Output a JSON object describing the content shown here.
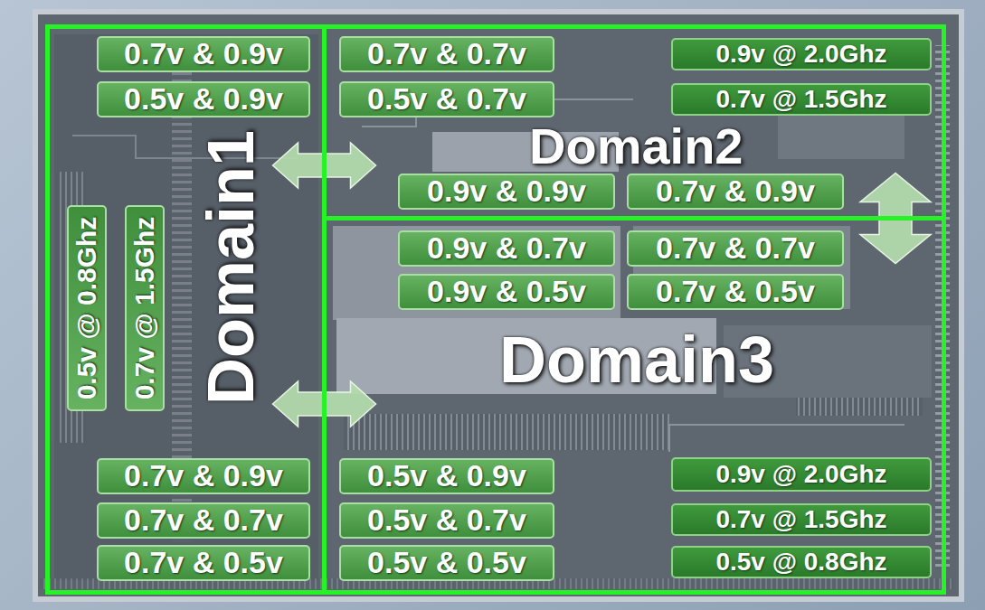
{
  "diagram": {
    "nodes": [
      {
        "text": [
          "Domain1"
        ]
      },
      {
        "text": [
          "0.7v & 0.9v"
        ],
        "in": 0
      },
      {
        "text": [
          "0.5v & 0.9v"
        ],
        "in": 0
      },
      {
        "text": [
          "0.5v @ 0.8Ghz"
        ],
        "in": 0
      },
      {
        "text": [
          "0.7v @ 1.5Ghz"
        ],
        "in": 0
      },
      {
        "text": [
          "0.7v & 0.9v"
        ],
        "in": 0
      },
      {
        "text": [
          "0.7v & 0.7v"
        ],
        "in": 0
      },
      {
        "text": [
          "0.7v & 0.5v"
        ],
        "in": 0
      },
      {
        "text": [
          "Domain2"
        ]
      },
      {
        "text": [
          "0.7v & 0.7v"
        ],
        "in": 8
      },
      {
        "text": [
          "0.5v & 0.7v"
        ],
        "in": 8
      },
      {
        "text": [
          "0.9v @ 2.0Ghz"
        ],
        "in": 8
      },
      {
        "text": [
          "0.7v @ 1.5Ghz"
        ],
        "in": 8
      },
      {
        "text": [
          "0.9v & 0.9v"
        ],
        "in": 8
      },
      {
        "text": [
          "0.7v & 0.9v"
        ],
        "in": 8
      },
      {
        "text": [
          "Domain3"
        ]
      },
      {
        "text": [
          "0.9v & 0.7v"
        ],
        "in": 15
      },
      {
        "text": [
          "0.7v & 0.7v"
        ],
        "in": 15
      },
      {
        "text": [
          "0.9v & 0.5v"
        ],
        "in": 15
      },
      {
        "text": [
          "0.7v & 0.5v"
        ],
        "in": 15
      },
      {
        "text": [
          "0.5v & 0.9v"
        ],
        "in": 15
      },
      {
        "text": [
          "0.5v & 0.7v"
        ],
        "in": 15
      },
      {
        "text": [
          "0.5v & 0.5v"
        ],
        "in": 15
      },
      {
        "text": [
          "0.9v @ 2.0Ghz"
        ],
        "in": 15
      },
      {
        "text": [
          "0.7v @ 1.5Ghz"
        ],
        "in": 15
      },
      {
        "text": [
          "0.5v @ 0.8Ghz"
        ],
        "in": 15
      }
    ],
    "edges": [
      {
        "from": 0,
        "to": 8,
        "arrow": "both"
      },
      {
        "from": 0,
        "to": 15,
        "arrow": "both"
      },
      {
        "from": 8,
        "to": 15,
        "arrow": "both"
      }
    ]
  }
}
